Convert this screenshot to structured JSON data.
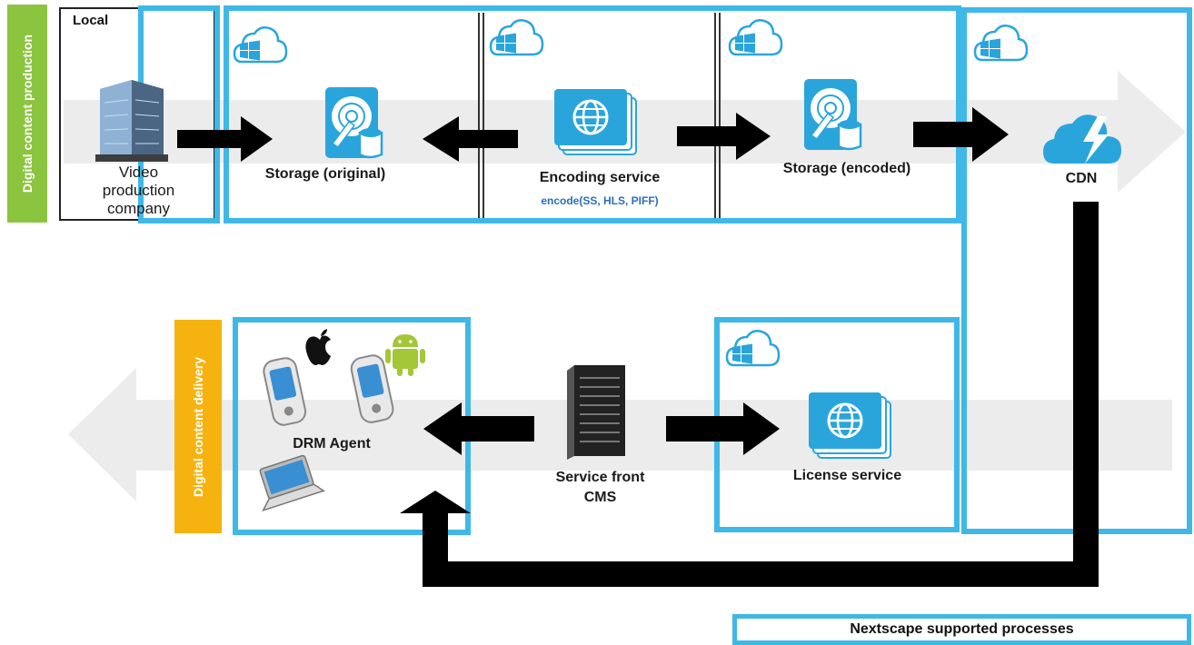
{
  "side_labels": {
    "production": "Digital content production",
    "delivery": "Digital content delivery"
  },
  "local": {
    "title": "Local",
    "company_label": "Video\nproduction\ncompany"
  },
  "nodes": {
    "storage_original": "Storage (original)",
    "encoding_service": "Encoding service",
    "encoding_formats": "encode(SS, HLS, PIFF)",
    "storage_encoded": "Storage (encoded)",
    "cdn": "CDN",
    "drm_agent": "DRM Agent",
    "service_front": "Service front\nCMS",
    "license_service": "License service"
  },
  "legend": "Nextscape supported processes",
  "colors": {
    "accent_blue": "#3fb8e8",
    "icon_blue": "#2aa5dc",
    "production_green": "#8bc53f",
    "delivery_orange": "#f6b30f",
    "arrow_black": "#000000",
    "flow_gray": "#ececec",
    "android_green": "#a4c639"
  }
}
